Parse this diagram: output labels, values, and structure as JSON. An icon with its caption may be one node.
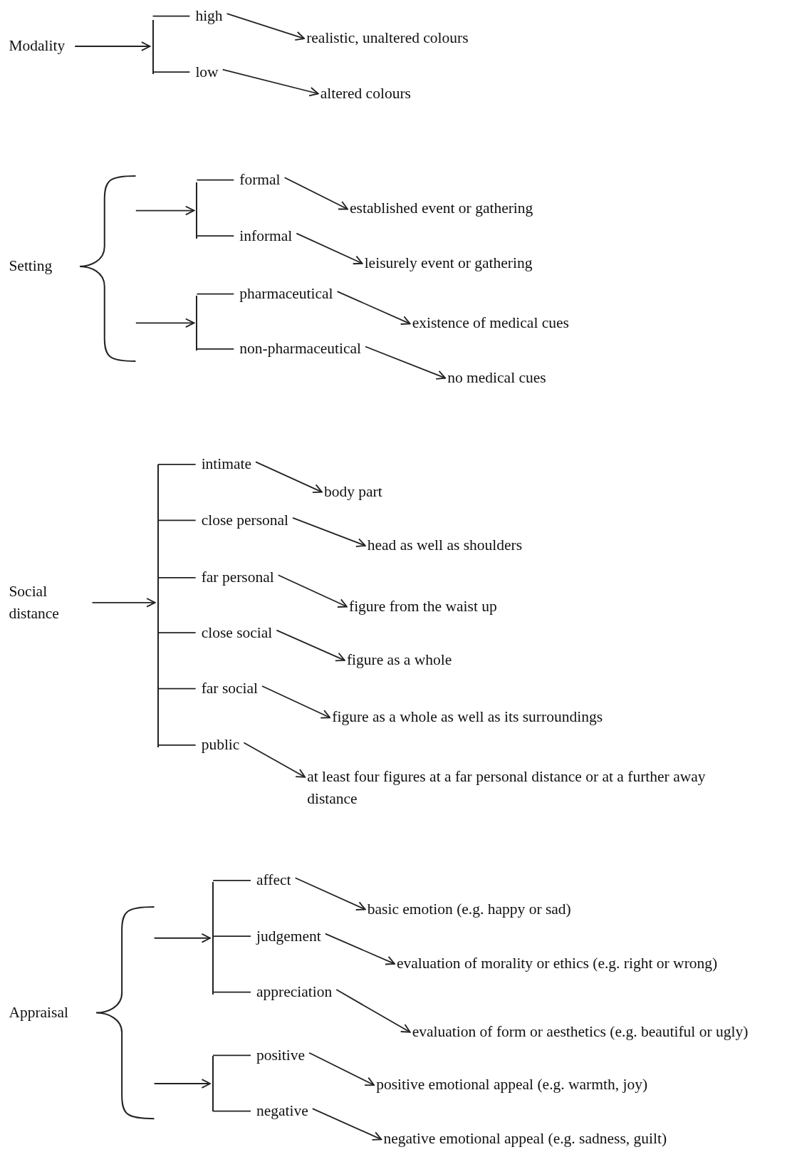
{
  "diagram": {
    "nodes": [
      {
        "text": [
          "Modality"
        ]
      },
      {
        "text": [],
        "shape": "bracket"
      },
      {
        "text": [
          "high"
        ]
      },
      {
        "text": [
          "low"
        ]
      },
      {
        "text": [
          "realistic, unaltered colours"
        ]
      },
      {
        "text": [
          "altered colours"
        ]
      },
      {
        "text": [
          "Setting"
        ]
      },
      {
        "text": [],
        "shape": "brace"
      },
      {
        "text": [],
        "shape": "bracket"
      },
      {
        "text": [
          "formal"
        ]
      },
      {
        "text": [
          "informal"
        ]
      },
      {
        "text": [
          "established event or gathering"
        ]
      },
      {
        "text": [
          "leisurely event or gathering"
        ]
      },
      {
        "text": [],
        "shape": "bracket"
      },
      {
        "text": [
          "pharmaceutical"
        ]
      },
      {
        "text": [
          "non-pharmaceutical"
        ]
      },
      {
        "text": [
          "existence of medical cues"
        ]
      },
      {
        "text": [
          "no medical cues"
        ]
      },
      {
        "text": [
          "Social distance"
        ]
      },
      {
        "text": [],
        "shape": "bracket"
      },
      {
        "text": [
          "intimate"
        ]
      },
      {
        "text": [
          "close personal"
        ]
      },
      {
        "text": [
          "far personal"
        ]
      },
      {
        "text": [
          "close social"
        ]
      },
      {
        "text": [
          "far social"
        ]
      },
      {
        "text": [
          "public"
        ]
      },
      {
        "text": [
          "body part"
        ]
      },
      {
        "text": [
          "head as well as shoulders"
        ]
      },
      {
        "text": [
          "figure from the waist up"
        ]
      },
      {
        "text": [
          "figure as a whole"
        ]
      },
      {
        "text": [
          "figure as a whole as well as its surroundings"
        ]
      },
      {
        "text": [
          "at least four figures at a far personal distance or at a further away distance"
        ]
      },
      {
        "text": [
          "Appraisal"
        ]
      },
      {
        "text": [],
        "shape": "brace"
      },
      {
        "text": [],
        "shape": "bracket"
      },
      {
        "text": [
          "affect"
        ]
      },
      {
        "text": [
          "judgement"
        ]
      },
      {
        "text": [
          "appreciation"
        ]
      },
      {
        "text": [
          "basic emotion (e.g. happy or sad)"
        ]
      },
      {
        "text": [
          "evaluation of morality or ethics (e.g. right or wrong)"
        ]
      },
      {
        "text": [
          "evaluation of form or aesthetics (e.g. beautiful or ugly)"
        ]
      },
      {
        "text": [],
        "shape": "bracket"
      },
      {
        "text": [
          "positive"
        ]
      },
      {
        "text": [
          "negative"
        ]
      },
      {
        "text": [
          "positive emotional appeal (e.g. warmth, joy)"
        ]
      },
      {
        "text": [
          "negative emotional appeal (e.g. sadness, guilt)"
        ]
      }
    ],
    "edges": [
      {
        "from": 0,
        "to": 1,
        "arrow": "to"
      },
      {
        "from": 1,
        "to": 2,
        "arrow": "none"
      },
      {
        "from": 1,
        "to": 3,
        "arrow": "none"
      },
      {
        "from": 2,
        "to": 4,
        "arrow": "to"
      },
      {
        "from": 3,
        "to": 5,
        "arrow": "to"
      },
      {
        "from": 7,
        "to": 8,
        "arrow": "to"
      },
      {
        "from": 7,
        "to": 13,
        "arrow": "to"
      },
      {
        "from": 8,
        "to": 9,
        "arrow": "none"
      },
      {
        "from": 8,
        "to": 10,
        "arrow": "none"
      },
      {
        "from": 9,
        "to": 11,
        "arrow": "to"
      },
      {
        "from": 10,
        "to": 12,
        "arrow": "to"
      },
      {
        "from": 13,
        "to": 14,
        "arrow": "none"
      },
      {
        "from": 13,
        "to": 15,
        "arrow": "none"
      },
      {
        "from": 14,
        "to": 16,
        "arrow": "to"
      },
      {
        "from": 15,
        "to": 17,
        "arrow": "to"
      },
      {
        "from": 18,
        "to": 19,
        "arrow": "to"
      },
      {
        "from": 19,
        "to": 20,
        "arrow": "none"
      },
      {
        "from": 19,
        "to": 21,
        "arrow": "none"
      },
      {
        "from": 19,
        "to": 22,
        "arrow": "none"
      },
      {
        "from": 19,
        "to": 23,
        "arrow": "none"
      },
      {
        "from": 19,
        "to": 24,
        "arrow": "none"
      },
      {
        "from": 19,
        "to": 25,
        "arrow": "none"
      },
      {
        "from": 20,
        "to": 26,
        "arrow": "to"
      },
      {
        "from": 21,
        "to": 27,
        "arrow": "to"
      },
      {
        "from": 22,
        "to": 28,
        "arrow": "to"
      },
      {
        "from": 23,
        "to": 29,
        "arrow": "to"
      },
      {
        "from": 24,
        "to": 30,
        "arrow": "to"
      },
      {
        "from": 25,
        "to": 31,
        "arrow": "to"
      },
      {
        "from": 33,
        "to": 34,
        "arrow": "to"
      },
      {
        "from": 33,
        "to": 41,
        "arrow": "to"
      },
      {
        "from": 34,
        "to": 35,
        "arrow": "none"
      },
      {
        "from": 34,
        "to": 36,
        "arrow": "none"
      },
      {
        "from": 34,
        "to": 37,
        "arrow": "none"
      },
      {
        "from": 35,
        "to": 38,
        "arrow": "to"
      },
      {
        "from": 36,
        "to": 39,
        "arrow": "to"
      },
      {
        "from": 37,
        "to": 40,
        "arrow": "to"
      },
      {
        "from": 41,
        "to": 42,
        "arrow": "none"
      },
      {
        "from": 41,
        "to": 43,
        "arrow": "none"
      },
      {
        "from": 42,
        "to": 44,
        "arrow": "to"
      },
      {
        "from": 43,
        "to": 45,
        "arrow": "to"
      }
    ]
  }
}
